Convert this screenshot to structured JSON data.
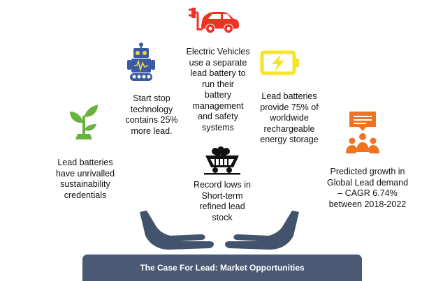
{
  "items": {
    "ev": {
      "text_lines": [
        "Electric Vehicles",
        "use a separate",
        "lead battery to",
        "run their",
        "battery",
        "management",
        "and safety",
        "systems"
      ],
      "icon": "electric-car-icon",
      "color": "#ee3324"
    },
    "start_stop": {
      "text_lines": [
        "Start stop",
        "technology",
        "contains 25%",
        "more lead."
      ],
      "icon": "robot-icon",
      "color": "#3a5aa6"
    },
    "battery": {
      "text_lines": [
        "Lead batteries",
        "provide 75% of",
        "worldwide",
        "rechargeable",
        "energy storage"
      ],
      "icon": "battery-charging-icon",
      "color": "#f5e428"
    },
    "sustainability": {
      "text_lines": [
        "Lead batteries",
        "have unrivalled",
        "sustainability",
        "credentials"
      ],
      "icon": "plant-icon",
      "color": "#6ab23f"
    },
    "stock": {
      "text_lines": [
        "Record lows in",
        "Short-term",
        "refined lead",
        "stock"
      ],
      "icon": "mine-cart-icon",
      "color": "#111111"
    },
    "growth": {
      "text_lines": [
        "Predicted growth in",
        "Global Lead demand",
        "– CAGR 6.74%",
        "between 2018-2022"
      ],
      "icon": "group-discussion-icon",
      "color": "#f07322"
    }
  },
  "hands_icon": "open-hands-icon",
  "hands_color": "#42536e",
  "banner": {
    "title": "The Case For Lead: Market Opportunities",
    "color": "#4a5a74"
  }
}
